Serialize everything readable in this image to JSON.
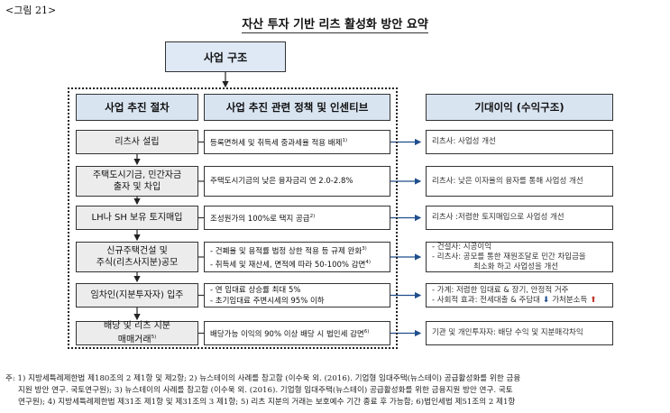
{
  "figure_label": "<그림 21>",
  "title": "자산 투자 기반 리츠 활성화 방안 요약",
  "top_box": "사업 구조",
  "headers": {
    "steps": "사업 추진 절차",
    "policy": "사업 추진 관련 정책 및 인센티브",
    "benefit": "기대이익 (수익구조)"
  },
  "rows": [
    {
      "step": [
        "리츠사 설립"
      ],
      "step_sup": "",
      "policy": [
        "등록면허세 및 취득세 중과세율 적용 배제"
      ],
      "policy_sups": [
        "1)"
      ],
      "benefit": [
        "리츠사: 사업성 개선"
      ]
    },
    {
      "step": [
        "주택도시기금, 민간자금",
        "출자 및 차입"
      ],
      "step_sup": "",
      "policy": [
        "주택도시기금의 낮은 융자금리 연 2.0-2.8%"
      ],
      "policy_sups": [
        ""
      ],
      "benefit": [
        "리츠사: 낮은 이자율의 융자를 통해 사업성 개선"
      ]
    },
    {
      "step": [
        "LH나 SH 보유 토지매입"
      ],
      "step_sup": "",
      "policy": [
        "조성원가의 100%로 택지 공급"
      ],
      "policy_sups": [
        "2)"
      ],
      "benefit": [
        "리츠사 :저렴한 토지매입으로 사업성 개선"
      ]
    },
    {
      "step": [
        "신규주택건설 및",
        "주식(리츠사지분)공모"
      ],
      "step_sup": "",
      "policy": [
        "- 건폐율 및 용적률 법정 상한 적용 등 규제 완화",
        "- 취득세 및 재산세, 면적에 따라 50-100% 감면"
      ],
      "policy_sups": [
        "3)",
        "4)"
      ],
      "benefit": [
        "- 건설사: 시공이익",
        "- 리츠사: 공모를 통한 재원조달로 민간 차입금을",
        "최소화 하고 사업성을 개선"
      ]
    },
    {
      "step": [
        "임차인(지분투자자) 입주"
      ],
      "step_sup": "",
      "policy": [
        "- 연 임대료 상승률 최대 5%",
        "- 초기임대료 주변시세의 95% 이하"
      ],
      "policy_sups": [
        "",
        ""
      ],
      "benefit": [
        "- 가계: 저렴한 임대료 & 장기, 안정적 거주",
        "- 사회적 효과: 전세대출 & 주담대",
        "가처분소득"
      ]
    },
    {
      "step": [
        "배당 및 리츠 지분",
        "매매거래"
      ],
      "step_sup": "5)",
      "policy": [
        "배당가능 이익의 90% 이상 배당 시 법인세 감면"
      ],
      "policy_sups": [
        "6)"
      ],
      "benefit": [
        "기관 및 개인투자자: 배당 수익 및 지분매각차익"
      ]
    }
  ],
  "footnote": [
    "주: 1) 지방세특례제한법 제180조의 2 제1항 및 제2항; 2) 뉴스테이의 사례를 참고함 (이수욱 외. (2016). 기업형 임대주택(뉴스테이) 공급활성화를 위한 금융",
    "지원 방안 연구. 국토연구원); 3) 뉴스테이의 사례를 참고함 (이수욱 외. (2016). 기업형 임대주택(뉴스테이) 공급활성화를 위한 금융지원 방안 연구. 국토",
    "연구원); 4) 지방세특례제한법 제31조 제1항 및 제31조의 3 제1항; 5) 리츠 지분의 거래는 보호예수 기간 종료 후 가능함; 6)법인세법 제51조의 2 제1항"
  ],
  "colors": {
    "header_fill": "#d9e4f1",
    "step_fill": "#ececec",
    "arrow": "#1f4e8c",
    "up_arrow": "#c0392b"
  },
  "icons": {
    "down": "down-arrow-icon",
    "up": "up-arrow-icon"
  }
}
